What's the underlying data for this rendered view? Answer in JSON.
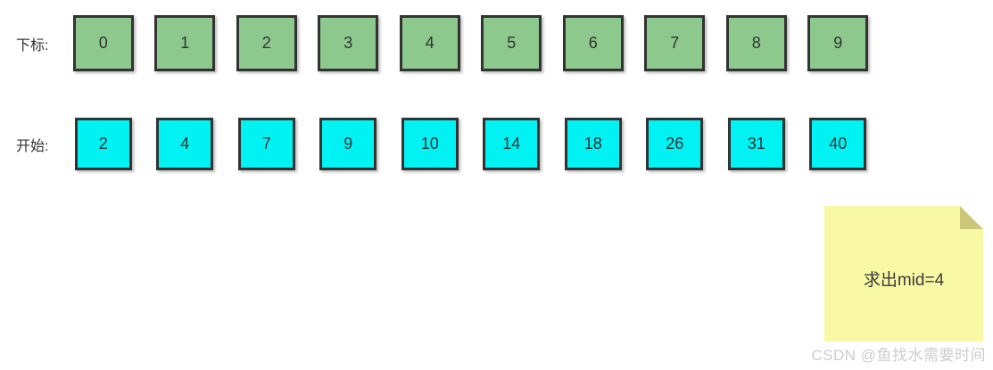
{
  "index_row": {
    "label": "下标:",
    "values": [
      "0",
      "1",
      "2",
      "3",
      "4",
      "5",
      "6",
      "7",
      "8",
      "9"
    ],
    "box_color": "#8dc88d"
  },
  "start_row": {
    "label": "开始:",
    "values": [
      "2",
      "4",
      "7",
      "9",
      "10",
      "14",
      "18",
      "26",
      "31",
      "40"
    ],
    "box_color": "#00f2f2"
  },
  "sticky_note": {
    "text": "求出mid=4",
    "background": "#f9f9a5",
    "fold_color": "#cbc87a"
  },
  "watermark": {
    "text": "CSDN @鱼找水需要时间",
    "color": "#c8c8c8"
  },
  "colors": {
    "box_border": "#333333",
    "text": "#333333",
    "page_background": "#ffffff"
  }
}
